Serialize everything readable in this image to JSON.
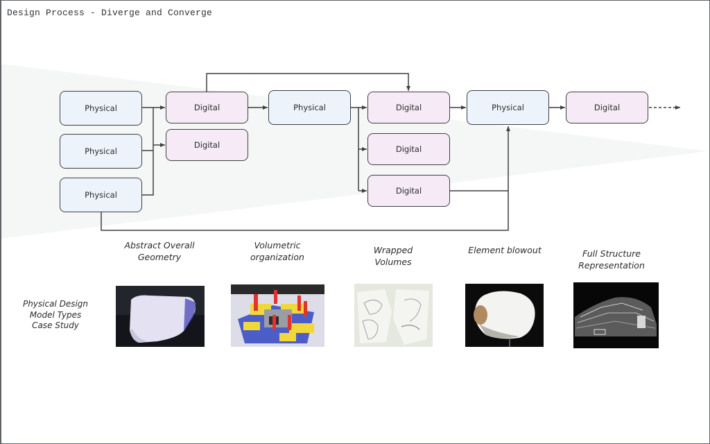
{
  "title": "Design Process - Diverge and Converge",
  "colors": {
    "physical_fill": "#ecf3fb",
    "digital_fill": "#f6eaf6",
    "stroke": "#3d3f42",
    "wedge": "#f5f7f7"
  },
  "nodes": [
    {
      "id": "p1",
      "type": "Physical",
      "label": "Physical"
    },
    {
      "id": "p2",
      "type": "Physical",
      "label": "Physical"
    },
    {
      "id": "p3",
      "type": "Physical",
      "label": "Physical"
    },
    {
      "id": "d1",
      "type": "Digital",
      "label": "Digital"
    },
    {
      "id": "d2",
      "type": "Digital",
      "label": "Digital"
    },
    {
      "id": "p4",
      "type": "Physical",
      "label": "Physical"
    },
    {
      "id": "d3",
      "type": "Digital",
      "label": "Digital"
    },
    {
      "id": "d4",
      "type": "Digital",
      "label": "Digital"
    },
    {
      "id": "d5",
      "type": "Digital",
      "label": "Digital"
    },
    {
      "id": "p5",
      "type": "Physical",
      "label": "Physical"
    },
    {
      "id": "d6",
      "type": "Digital",
      "label": "Digital"
    }
  ],
  "edges": [
    {
      "from": "p1",
      "to": "d1"
    },
    {
      "from": "p2",
      "to": "d1"
    },
    {
      "from": "p3",
      "to": "d1"
    },
    {
      "from": "p1",
      "to": "d2"
    },
    {
      "from": "d1",
      "to": "p4"
    },
    {
      "from": "d1",
      "to": "d3"
    },
    {
      "from": "p4",
      "to": "d3"
    },
    {
      "from": "p4",
      "to": "d4"
    },
    {
      "from": "p4",
      "to": "d5"
    },
    {
      "from": "d3",
      "to": "p5"
    },
    {
      "from": "d5",
      "to": "p5"
    },
    {
      "from": "p3",
      "to": "p5"
    },
    {
      "from": "p5",
      "to": "d6"
    },
    {
      "from": "d6",
      "to": "continues",
      "style": "dashed"
    }
  ],
  "side_label": [
    "Physical  Design",
    "Model  Types",
    "Case Study"
  ],
  "case_studies": [
    {
      "caption": [
        "Abstract Overall",
        "Geometry"
      ],
      "image": "white-foam-abstract-model"
    },
    {
      "caption": [
        "Volumetric",
        "organization"
      ],
      "image": "yellow-red-blue-volumetric-model"
    },
    {
      "caption": [
        "Wrapped",
        "Volumes"
      ],
      "image": "white-paper-wrapped-volumes"
    },
    {
      "caption": [
        "Element blowout"
      ],
      "image": "white-shell-element-blowout"
    },
    {
      "caption": [
        "Full Structure",
        "Representation"
      ],
      "image": "black-white-full-structure-model"
    }
  ]
}
